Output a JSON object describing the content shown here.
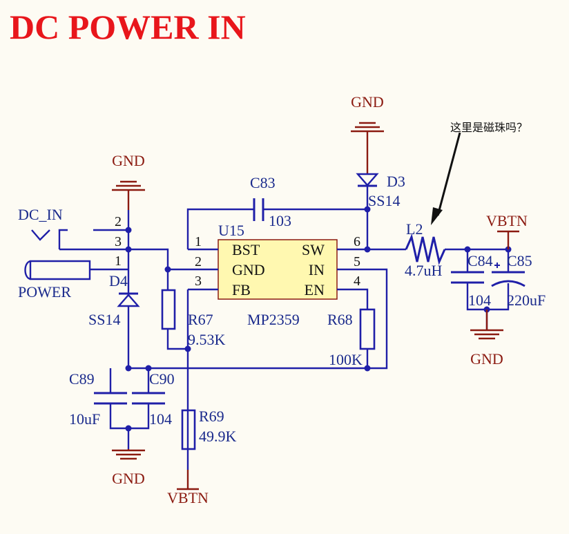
{
  "title": "DC POWER IN",
  "note": "这里是磁珠吗？",
  "ic": {
    "ref": "U15",
    "part": "MP2359",
    "pins": {
      "bst": "BST",
      "gnd": "GND",
      "fb": "FB",
      "sw": "SW",
      "in": "IN",
      "en": "EN",
      "p1": "1",
      "p2": "2",
      "p3": "3",
      "p4": "4",
      "p5": "5",
      "p6": "6"
    }
  },
  "connector": {
    "net": "DC_IN",
    "name": "POWER",
    "p1": "1",
    "p2": "2",
    "p3": "3"
  },
  "power": {
    "gnd": "GND",
    "vbtn": "VBTN"
  },
  "components": {
    "c83": {
      "ref": "C83",
      "value": "103"
    },
    "d3": {
      "ref": "D3",
      "value": "SS14"
    },
    "d4": {
      "ref": "D4",
      "value": "SS14"
    },
    "l2": {
      "ref": "L2",
      "value": "4.7uH"
    },
    "c84": {
      "ref": "C84",
      "value": "104"
    },
    "c85": {
      "ref": "C85",
      "value": "220uF"
    },
    "r67": {
      "ref": "R67",
      "value": "9.53K"
    },
    "r68": {
      "ref": "R68",
      "value": "100K"
    },
    "r69": {
      "ref": "R69",
      "value": "49.9K"
    },
    "c89": {
      "ref": "C89",
      "value": "10uF"
    },
    "c90": {
      "ref": "C90",
      "value": "104"
    }
  }
}
